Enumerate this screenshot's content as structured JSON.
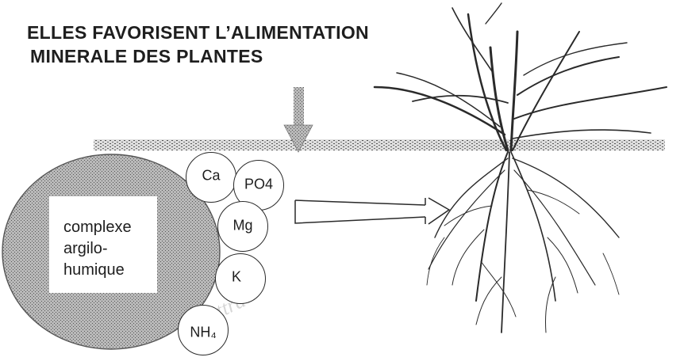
{
  "title": {
    "line1": "ELLES FAVORISENT L’ALIMENTATION",
    "line2": "MINERALE DES PLANTES"
  },
  "complex": {
    "lines": [
      "complexe",
      "argilo-",
      "humique"
    ]
  },
  "ions": [
    {
      "id": "ca",
      "label": "Ca"
    },
    {
      "id": "po4",
      "label": "PO4"
    },
    {
      "id": "mg",
      "label": "Mg"
    },
    {
      "id": "k",
      "label": "K"
    },
    {
      "id": "nh4",
      "label": "NH₄"
    }
  ],
  "colors": {
    "ink": "#1e1e1e",
    "complex_fill": "#9a9a9a",
    "complex_inner": "#ffffff"
  }
}
